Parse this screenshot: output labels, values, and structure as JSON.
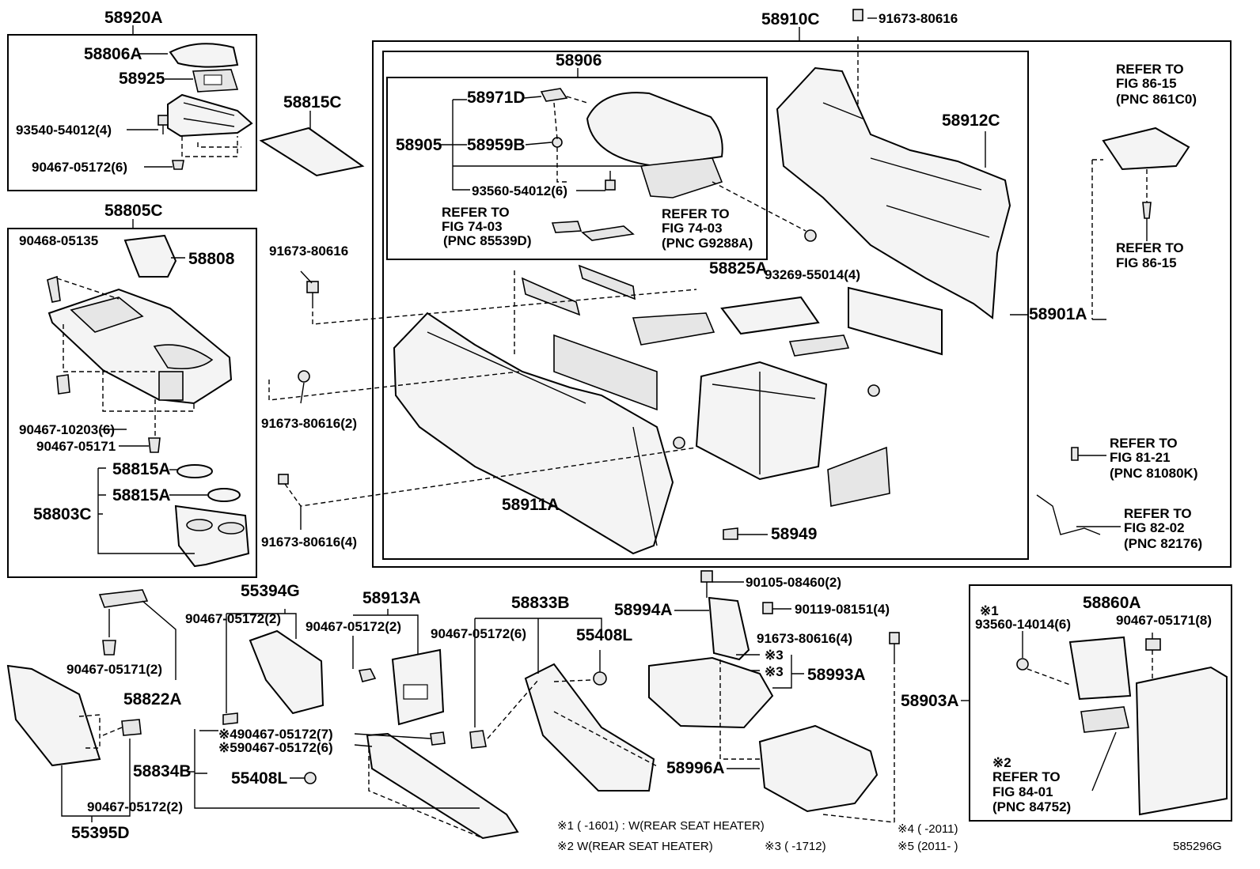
{
  "diagram": {
    "figure_code": "585296G",
    "labels": {
      "p58920A": "58920A",
      "p58806A": "58806A",
      "p58925": "58925",
      "p93540": "93540-54012(4)",
      "p90467_05172_6a": "90467-05172(6)",
      "p58815C": "58815C",
      "p58805C": "58805C",
      "p90468": "90468-05135",
      "p58808": "58808",
      "p90467_10203": "90467-10203(6)",
      "p90467_05171a": "90467-05171",
      "p58815A_1": "58815A",
      "p58815A_2": "58815A",
      "p58803C": "58803C",
      "p58910C": "58910C",
      "p91673_top": "91673-80616",
      "p58906": "58906",
      "p58971D": "58971D",
      "p58905": "58905",
      "p58959B": "58959B",
      "p93560_54012": "93560-54012(6)",
      "ref7403a_1": "REFER TO",
      "ref7403a_2": "FIG 74-03",
      "ref7403a_3": "(PNC 85539D)",
      "ref7403b_1": "REFER TO",
      "ref7403b_2": "FIG 74-03",
      "ref7403b_3": "(PNC G9288A)",
      "p58912C": "58912C",
      "p93269": "93269-55014(4)",
      "p58825A": "58825A",
      "p58901A": "58901A",
      "p91673_left": "91673-80616",
      "p91673_2": "91673-80616(2)",
      "p91673_4": "91673-80616(4)",
      "p58911A": "58911A",
      "p58949": "58949",
      "ref8615a_1": "REFER TO",
      "ref8615a_2": "FIG 86-15",
      "ref8615a_3": "(PNC 861C0)",
      "ref8615b_1": "REFER TO",
      "ref8615b_2": "FIG 86-15",
      "ref8121_1": "REFER TO",
      "ref8121_2": "FIG 81-21",
      "ref8121_3": "(PNC 81080K)",
      "ref8202_1": "REFER TO",
      "ref8202_2": "FIG 82-02",
      "ref8202_3": "(PNC 82176)",
      "p90467_05171_2": "90467-05171(2)",
      "p58822A": "58822A",
      "p55395D": "55395D",
      "p90467_05172_2c": "90467-05172(2)",
      "p55394G": "55394G",
      "p90467_05172_2a": "90467-05172(2)",
      "p58913A": "58913A",
      "p90467_05172_2b": "90467-05172(2)",
      "p58834B": "58834B",
      "p_x4_90467": "※490467-05172(7)",
      "p_x5_90467": "※590467-05172(6)",
      "p55408L_a": "55408L",
      "p58833B": "58833B",
      "p90467_05172_6b": "90467-05172(6)",
      "p55408L_b": "55408L",
      "p58994A": "58994A",
      "p90105": "90105-08460(2)",
      "p90119": "90119-08151(4)",
      "p91673_4b": "91673-80616(4)",
      "x3a": "※3",
      "x3b": "※3",
      "p58993A": "58993A",
      "p58996A": "58996A",
      "p58903A": "58903A",
      "x1": "※1",
      "p93560_14014": "93560-14014(6)",
      "p58860A": "58860A",
      "p90467_05171_8": "90467-05171(8)",
      "x2": "※2",
      "ref8401_1": "REFER TO",
      "ref8401_2": "FIG 84-01",
      "ref8401_3": "(PNC 84752)"
    },
    "notes": {
      "n1": "※1 (      -1601) : W(REAR SEAT HEATER)",
      "n2": "※2  W(REAR SEAT HEATER)",
      "n3": "※3 (      -1712)",
      "n4": "※4 (      -2011)",
      "n5": "※5 (2011-      )"
    }
  }
}
